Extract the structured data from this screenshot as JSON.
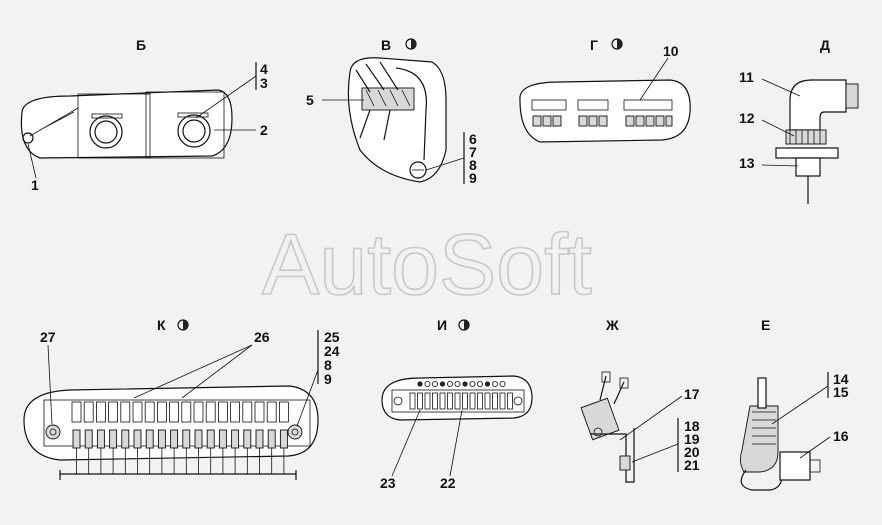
{
  "watermark": "AutoSoft",
  "views": {
    "b": {
      "title": "Б"
    },
    "v": {
      "title": "В"
    },
    "g": {
      "title": "Г"
    },
    "d": {
      "title": "Д"
    },
    "k": {
      "title": "К"
    },
    "i": {
      "title": "И"
    },
    "zh": {
      "title": "Ж"
    },
    "e": {
      "title": "Е"
    }
  },
  "callouts": {
    "n1": "1",
    "n2": "2",
    "n3": "3",
    "n4": "4",
    "n5": "5",
    "n6": "6",
    "n7": "7",
    "n8": "8",
    "n9": "9",
    "n10": "10",
    "n11": "11",
    "n12": "12",
    "n13": "13",
    "n14": "14",
    "n15": "15",
    "n16": "16",
    "n17": "17",
    "n18": "18",
    "n19": "19",
    "n20": "20",
    "n21": "21",
    "n22": "22",
    "n23": "23",
    "n24": "24",
    "n25": "25",
    "n26": "26",
    "n27": "27",
    "k8": "8",
    "k9": "9"
  },
  "colors": {
    "background": "#f2f2f2",
    "ink": "#111111",
    "watermark": "#c8c8c8"
  }
}
